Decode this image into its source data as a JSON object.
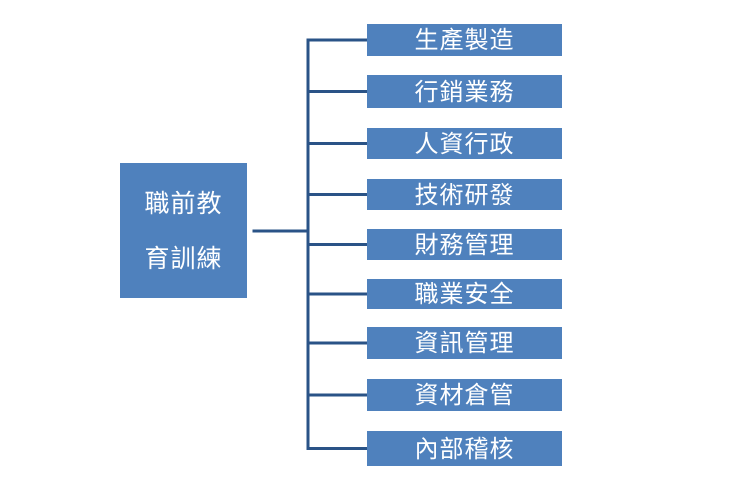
{
  "diagram": {
    "root": {
      "line1": "職前教",
      "line2": "育訓練"
    },
    "children": [
      "生產製造",
      "行銷業務",
      "人資行政",
      "技術研發",
      "財務管理",
      "職業安全",
      "資訊管理",
      "資材倉管",
      "內部稽核"
    ],
    "colors": {
      "box_fill": "#4f81bd",
      "connector": "#2a5387",
      "text": "#ffffff"
    }
  }
}
